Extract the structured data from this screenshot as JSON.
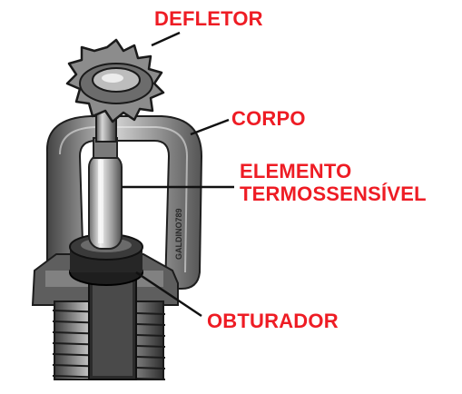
{
  "labels": {
    "defletor": "DEFLETOR",
    "corpo": "CORPO",
    "elemento_line1": "ELEMENTO",
    "elemento_line2": "TERMOSSENSÍVEL",
    "obturador": "OBTURADOR"
  },
  "engraving": "GALDINO789",
  "colors": {
    "label": "#ee1c24",
    "leader": "#111111",
    "metal_dark": "#2a2a2a",
    "metal_mid": "#8a8a8a",
    "metal_light": "#d8d8d8"
  }
}
